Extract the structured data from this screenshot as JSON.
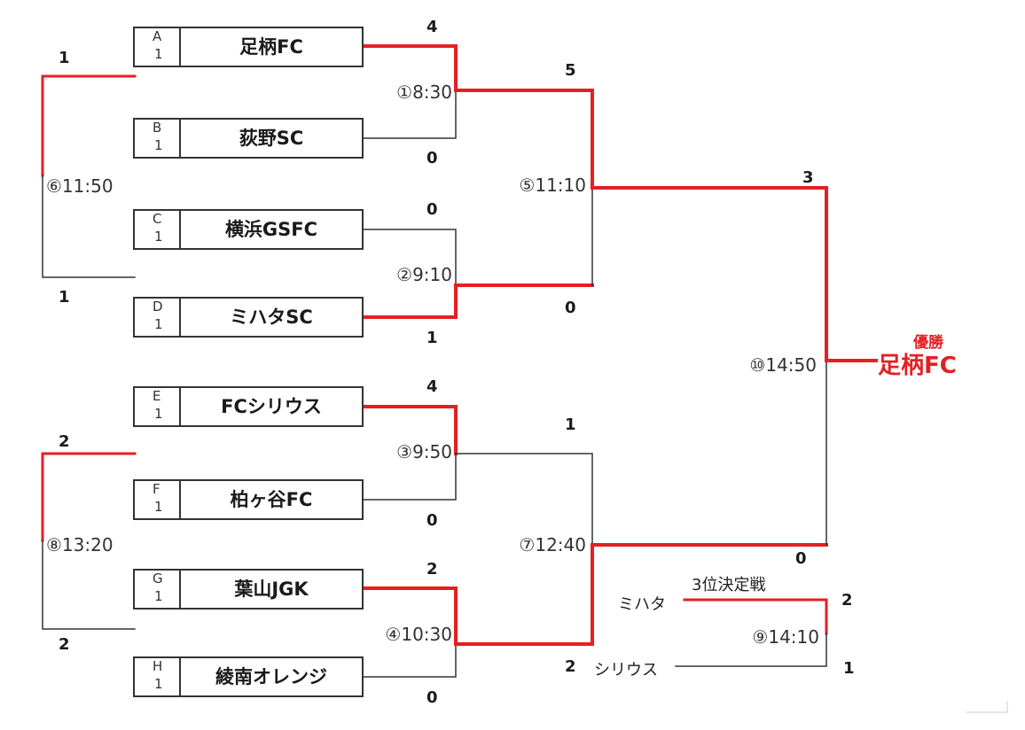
{
  "colors": {
    "winner": "#e51f23",
    "line": "#333333",
    "champion": "#e51f23"
  },
  "teams": [
    {
      "seed": "A",
      "num": "1",
      "name": "足柄FC"
    },
    {
      "seed": "B",
      "num": "1",
      "name": "荻野SC"
    },
    {
      "seed": "C",
      "num": "1",
      "name": "横浜GSFC"
    },
    {
      "seed": "D",
      "num": "1",
      "name": "ミハタSC"
    },
    {
      "seed": "E",
      "num": "1",
      "name": "FCシリウス"
    },
    {
      "seed": "F",
      "num": "1",
      "name": "柏ヶ谷FC"
    },
    {
      "seed": "G",
      "num": "1",
      "name": "葉山JGK"
    },
    {
      "seed": "H",
      "num": "1",
      "name": "綾南オレンジ"
    }
  ],
  "matches": {
    "m1": {
      "time": "①8:30",
      "score_top": "4",
      "score_bottom": "0"
    },
    "m2": {
      "time": "②9:10",
      "score_top": "0",
      "score_bottom": "1"
    },
    "m3": {
      "time": "③9:50",
      "score_top": "4",
      "score_bottom": "0"
    },
    "m4": {
      "time": "④10:30",
      "score_top": "2",
      "score_bottom": "0"
    },
    "m5": {
      "time": "⑤11:10",
      "score_top": "5",
      "score_bottom": "0"
    },
    "m6": {
      "time": "⑥11:50",
      "score_top": "1",
      "score_bottom": "1"
    },
    "m7": {
      "time": "⑦12:40",
      "score_top": "1",
      "score_bottom": "2"
    },
    "m8": {
      "time": "⑧13:20",
      "score_top": "2",
      "score_bottom": "2"
    },
    "m9": {
      "time": "⑨14:10",
      "title": "3位決定戦",
      "team_top": "ミハタ",
      "team_bottom": "シリウス",
      "score_top": "2",
      "score_bottom": "1",
      "left_score_bottom": "2"
    },
    "m10": {
      "time": "⑩14:50",
      "score_top": "3",
      "score_bottom": "0"
    }
  },
  "champion": {
    "title": "優勝",
    "name": "足柄FC"
  }
}
